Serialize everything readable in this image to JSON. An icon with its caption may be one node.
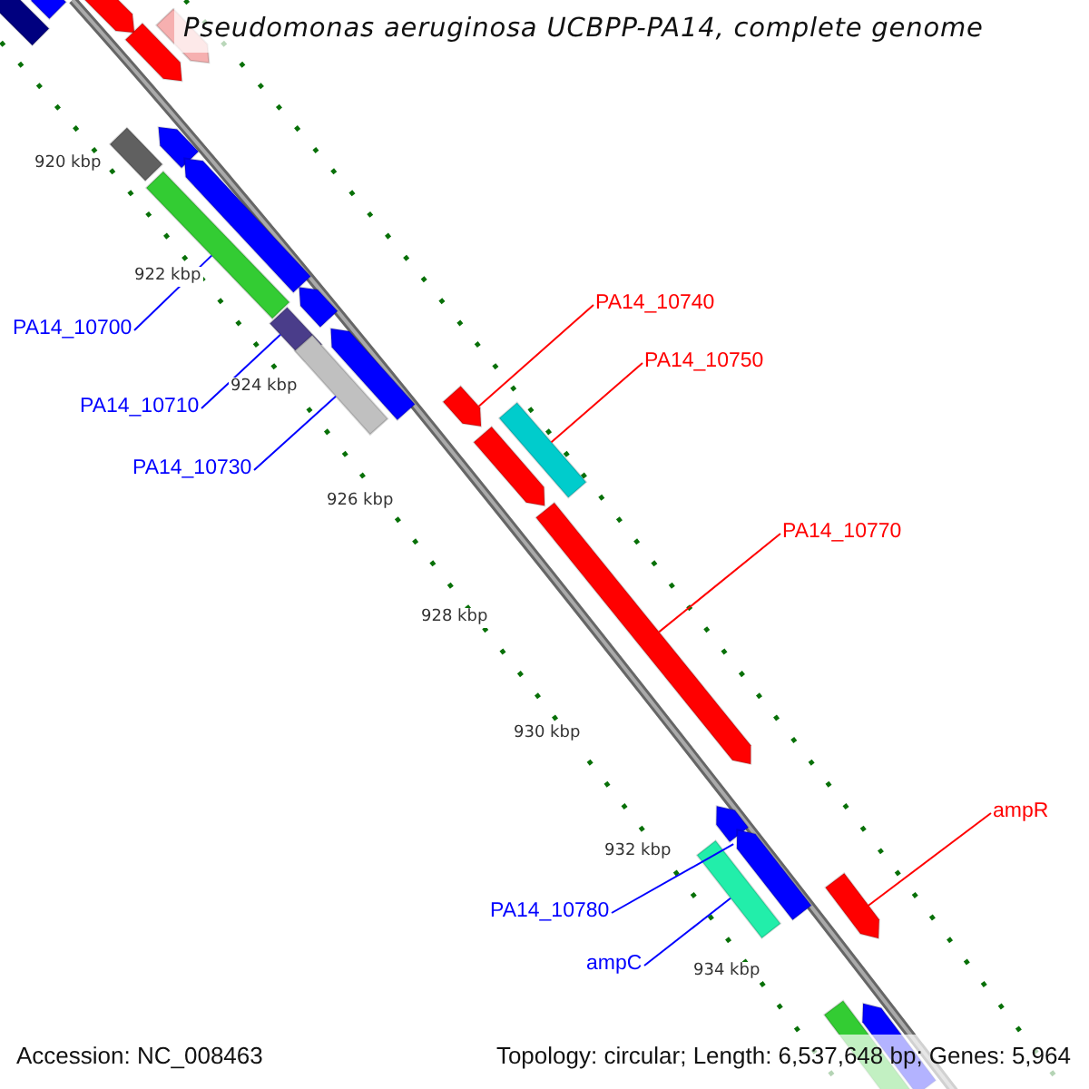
{
  "diagram": {
    "title": "Pseudomonas aeruginosa UCBPP-PA14, complete genome",
    "nodes": [
      {
        "text": [],
        "shape": "bar"
      },
      {
        "text": [],
        "shape": "bar"
      },
      {
        "text": [],
        "shape": "bar"
      },
      {
        "text": [],
        "shape": "bar"
      },
      {
        "text": [],
        "shape": "bar"
      },
      {
        "text": [],
        "shape": "bar"
      },
      {
        "text": [],
        "shape": "bar"
      },
      {
        "text": [],
        "shape": "bar"
      },
      {
        "text": [],
        "shape": "bar"
      },
      {
        "text": [],
        "shape": "bar"
      },
      {
        "text": [],
        "shape": "bar"
      },
      {
        "text": [],
        "shape": "bar"
      },
      {
        "text": [],
        "shape": "bar"
      },
      {
        "text": [],
        "shape": "bar"
      },
      {
        "text": [],
        "shape": "bar"
      },
      {
        "text": [],
        "shape": "bar"
      },
      {
        "text": [],
        "shape": "bar"
      },
      {
        "text": [],
        "shape": "bar"
      },
      {
        "text": [],
        "shape": "bar"
      },
      {
        "text": [],
        "shape": "bar"
      },
      {
        "text": [],
        "shape": "bar"
      },
      {
        "text": [],
        "shape": "bar"
      },
      {
        "text": [],
        "shape": "bar"
      },
      {
        "text": [
          "PA14_10740"
        ]
      },
      {
        "text": [
          "PA14_10700"
        ]
      },
      {
        "text": [
          "PA14_10750"
        ]
      },
      {
        "text": [
          "PA14_10710"
        ]
      },
      {
        "text": [
          "PA14_10730"
        ]
      },
      {
        "text": [
          "PA14_10770"
        ]
      },
      {
        "text": [
          "ampR"
        ]
      },
      {
        "text": [
          "PA14_10780"
        ]
      },
      {
        "text": [
          "ampC"
        ]
      }
    ],
    "edges": [
      {
        "from": 23,
        "to": 13,
        "arrow": "none",
        "color": "#ff0000"
      },
      {
        "from": 24,
        "to": 7,
        "arrow": "none"
      },
      {
        "from": 25,
        "to": 15,
        "arrow": "none",
        "color": "#ff0000"
      },
      {
        "from": 26,
        "to": 10,
        "arrow": "none"
      },
      {
        "from": 27,
        "to": 11,
        "arrow": "none"
      },
      {
        "from": 28,
        "to": 16,
        "arrow": "none",
        "color": "#ff0000"
      },
      {
        "from": 29,
        "to": 20,
        "arrow": "none",
        "color": "#ff0000"
      },
      {
        "from": 30,
        "to": 18,
        "arrow": "none"
      },
      {
        "from": 31,
        "to": 19,
        "arrow": "none"
      }
    ],
    "labels": [
      "920 kbp",
      "922 kbp",
      "924 kbp",
      "926 kbp",
      "928 kbp",
      "930 kbp",
      "932 kbp",
      "934 kbp",
      "Accession: NC_008463",
      "Topology: circular; Length: 6,537,648 bp; Genes: 5,964"
    ]
  }
}
